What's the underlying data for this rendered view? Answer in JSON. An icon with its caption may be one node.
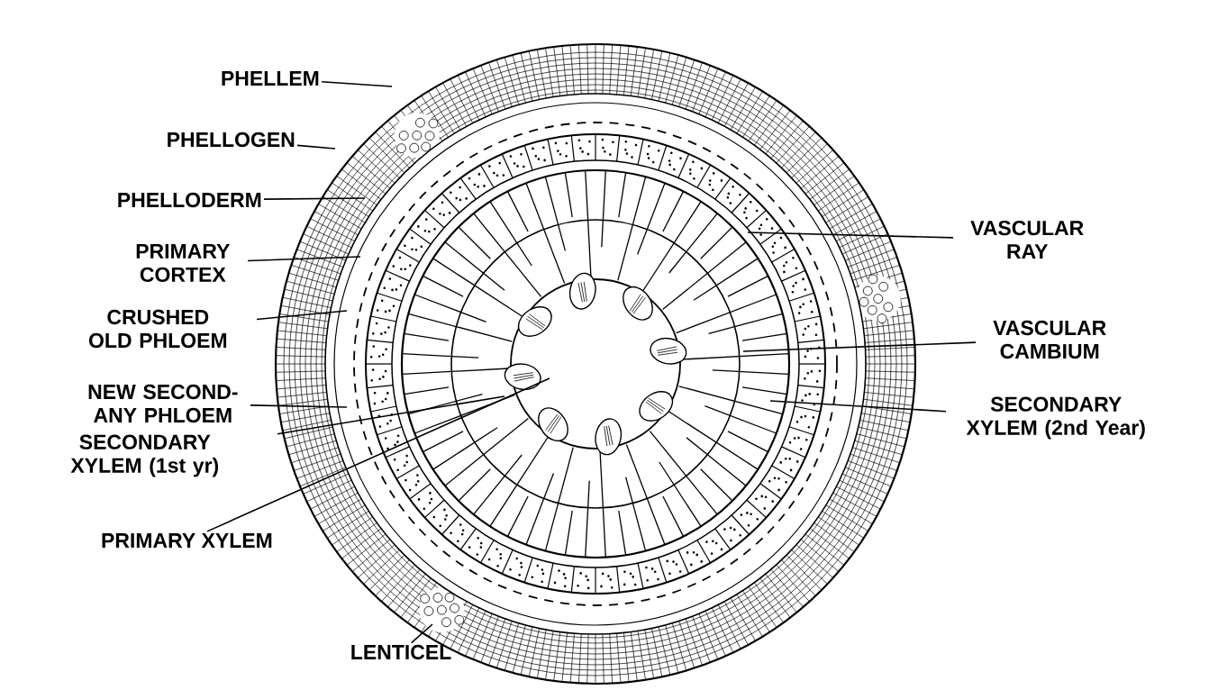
{
  "diagram": {
    "nodes": [
      {
        "text": [
          "PHELLEM"
        ]
      },
      {
        "text": [
          "PHELLOGEN"
        ]
      },
      {
        "text": [
          "PHELLODERM"
        ]
      },
      {
        "text": [
          "PRIMARY CORTEX"
        ]
      },
      {
        "text": [
          "CRUSHED OLD PHLOEM"
        ]
      },
      {
        "text": [
          "NEW SECOND-ANY PHLOEM"
        ]
      },
      {
        "text": [
          "SECONDARY XYLEM (1st yr)"
        ]
      },
      {
        "text": [
          "PRIMARY XYLEM"
        ]
      },
      {
        "text": [
          "VASCULAR RAY"
        ]
      },
      {
        "text": [
          "VASCULAR CAMBIUM"
        ]
      },
      {
        "text": [
          "SECONDARY XYLEM (2nd Year)"
        ]
      },
      {
        "text": [
          "LENTICEL"
        ]
      }
    ],
    "edges": [
      {
        "from": 0,
        "to": null,
        "arrow": "none"
      },
      {
        "from": 1,
        "to": null,
        "arrow": "none"
      },
      {
        "from": 2,
        "to": null,
        "arrow": "none"
      },
      {
        "from": 3,
        "to": null,
        "arrow": "none"
      },
      {
        "from": 4,
        "to": null,
        "arrow": "none"
      },
      {
        "from": 5,
        "to": null,
        "arrow": "none"
      },
      {
        "from": 6,
        "to": null,
        "arrow": "none"
      },
      {
        "from": 7,
        "to": null,
        "arrow": "none"
      },
      {
        "from": 8,
        "to": null,
        "arrow": "none"
      },
      {
        "from": 9,
        "to": null,
        "arrow": "none"
      },
      {
        "from": 10,
        "to": null,
        "arrow": "none"
      },
      {
        "from": 11,
        "to": null,
        "arrow": "none"
      }
    ]
  }
}
